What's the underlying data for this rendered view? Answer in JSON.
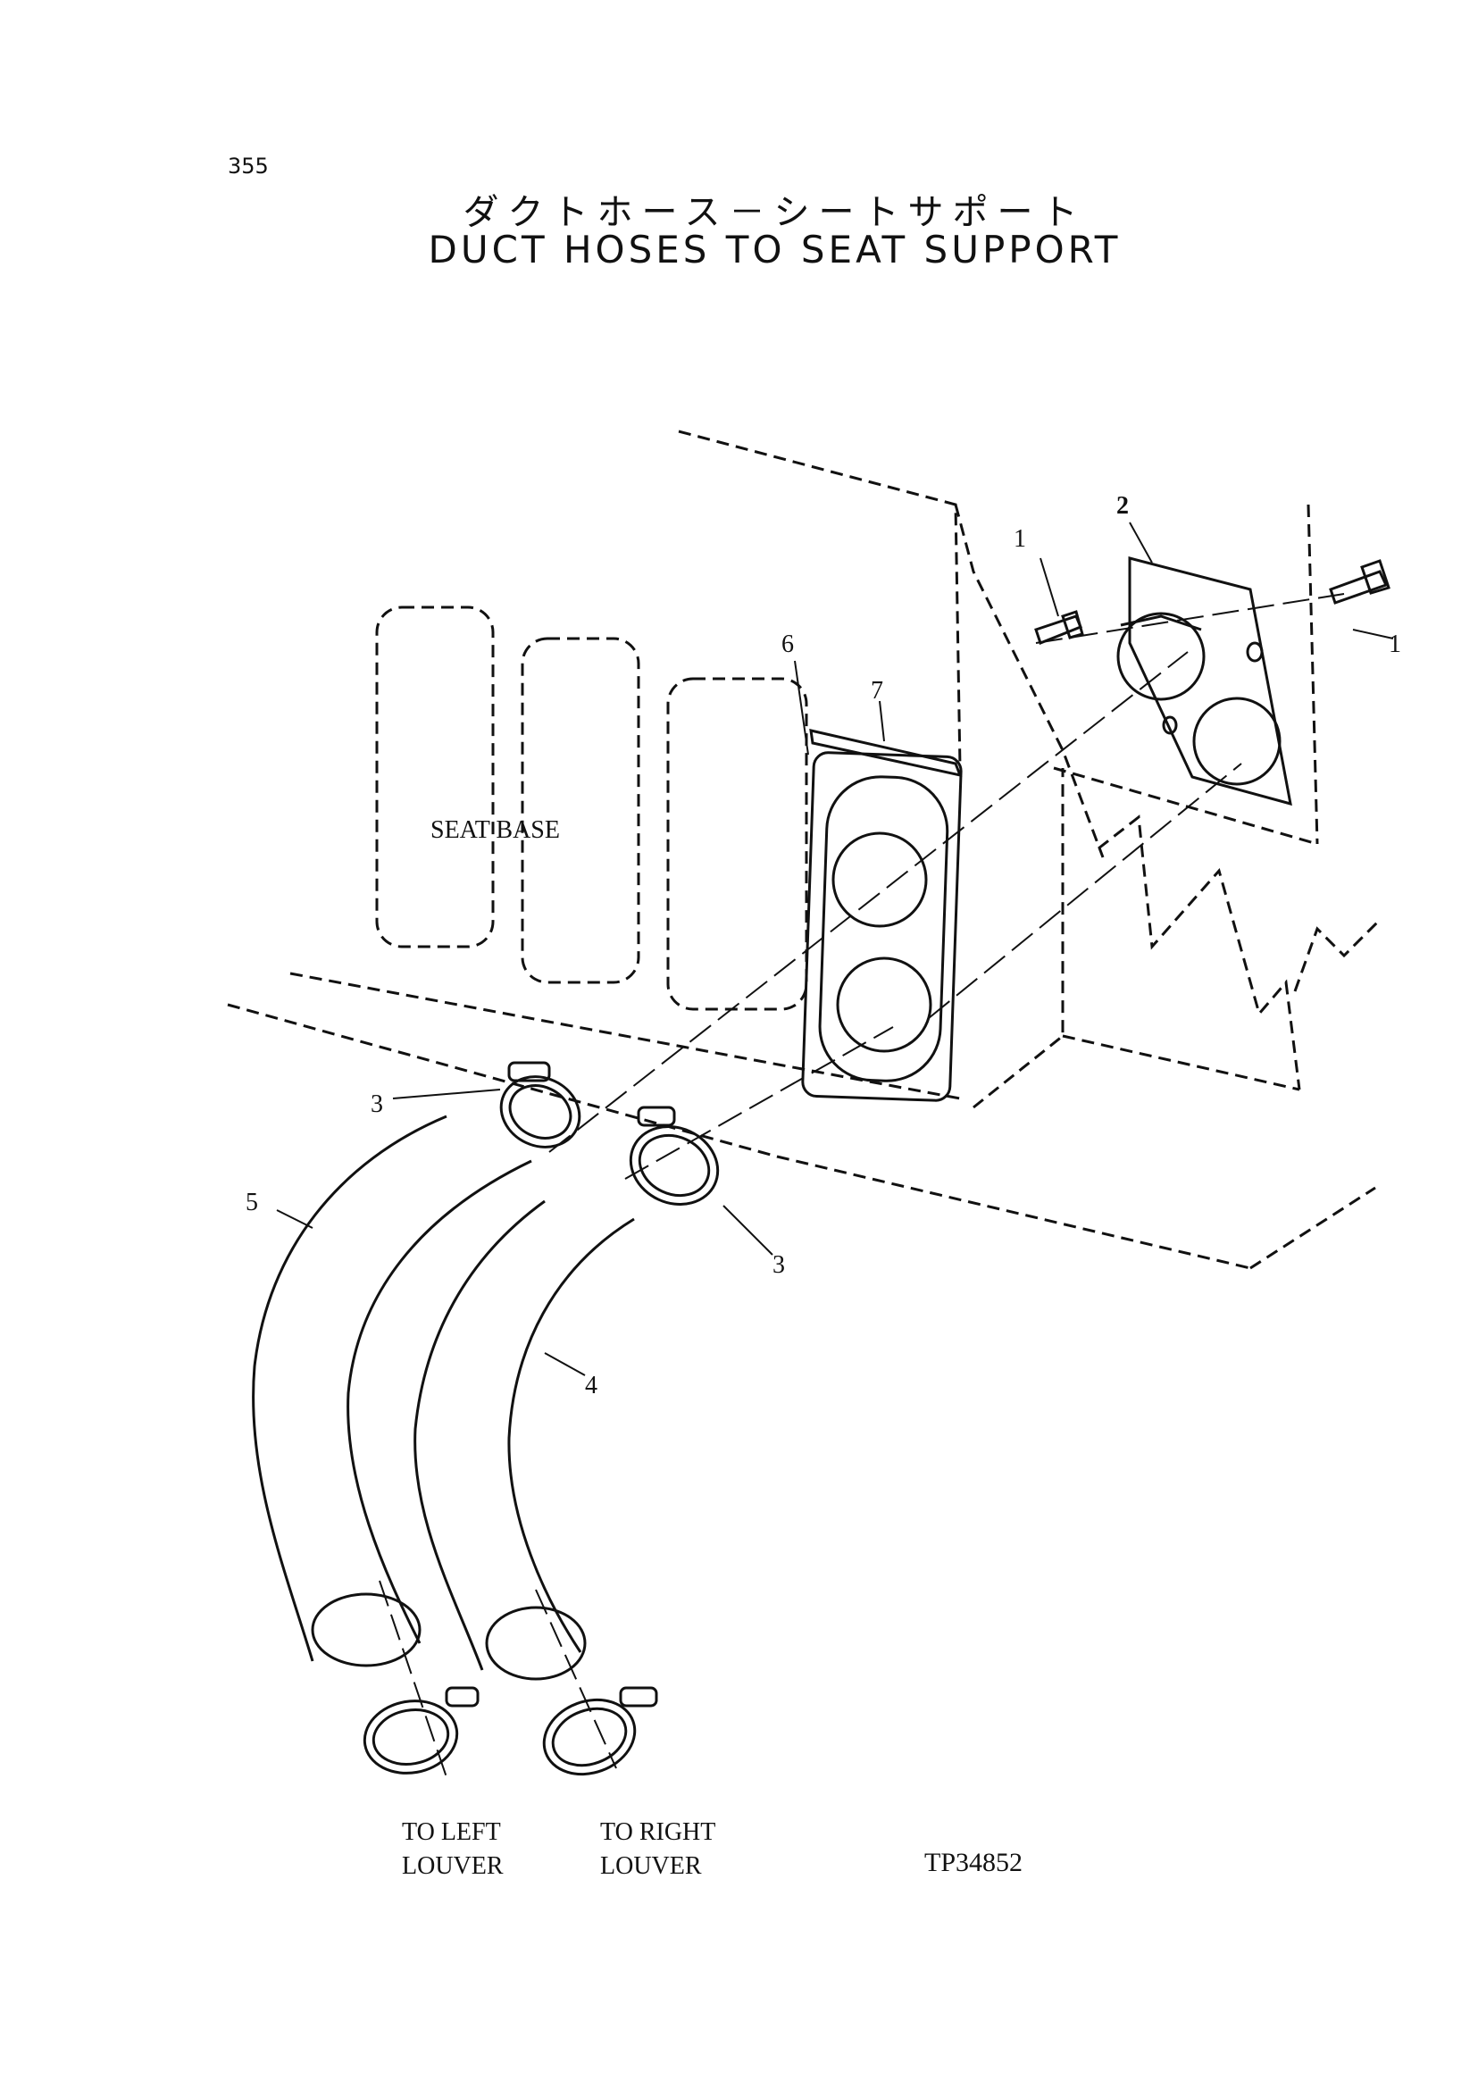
{
  "page_number": "355",
  "title_japanese": "ダクトホース－シートサポート",
  "title_english": "DUCT HOSES TO SEAT SUPPORT",
  "labels": {
    "seat_base": "SEAT BASE",
    "to_left_louver_line1": "TO LEFT",
    "to_left_louver_line2": "LOUVER",
    "to_right_louver_line1": "TO RIGHT",
    "to_right_louver_line2": "LOUVER",
    "drawing_number": "TP34852"
  },
  "callouts": {
    "bolt_left": "1",
    "bolt_right": "1",
    "plate": "2",
    "clamp_upper_left": "3",
    "clamp_upper_right": "3",
    "hose_right": "4",
    "hose_left": "5",
    "gasket": "6",
    "seal": "7"
  }
}
